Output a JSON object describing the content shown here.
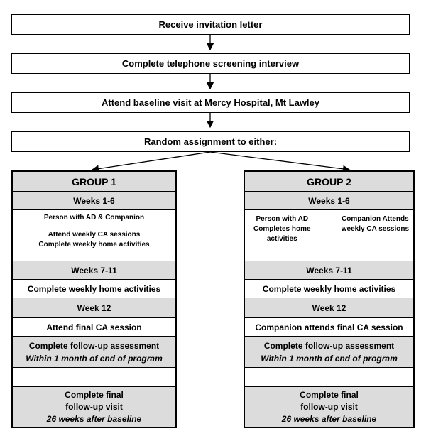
{
  "top_steps": [
    "Receive invitation letter",
    "Complete telephone screening interview",
    "Attend baseline visit at Mercy Hospital, Mt Lawley",
    "Random assignment to either:"
  ],
  "group1": {
    "title": "GROUP 1",
    "weeks_1_6": "Weeks 1-6",
    "weeks_1_6_line1": "Person with AD & Companion",
    "weeks_1_6_line2": "Attend weekly CA sessions",
    "weeks_1_6_line3": "Complete weekly home activities",
    "weeks_7_11": "Weeks 7-11",
    "weeks_7_11_text": "Complete weekly home activities",
    "week_12": "Week 12",
    "week_12_text": "Attend final CA session",
    "followup_title": "Complete follow-up assessment",
    "followup_sub": "Within 1 month of end of program",
    "final_line1": "Complete final",
    "final_line2": "follow-up visit",
    "final_sub": "26 weeks after baseline"
  },
  "group2": {
    "title": "GROUP 2",
    "weeks_1_6": "Weeks 1-6",
    "left_line1": "Person with AD",
    "left_line2": "Completes  home",
    "left_line3": "activities",
    "right_line1": "Companion Attends",
    "right_line2": "weekly CA sessions",
    "weeks_7_11": "Weeks 7-11",
    "weeks_7_11_text": "Complete weekly home activities",
    "week_12": "Week 12",
    "week_12_text": "Companion attends final CA session",
    "followup_title": "Complete follow-up assessment",
    "followup_sub": "Within 1 month of end of program",
    "final_line1": "Complete final",
    "final_line2": "follow-up visit",
    "final_sub": "26 weeks after baseline"
  }
}
